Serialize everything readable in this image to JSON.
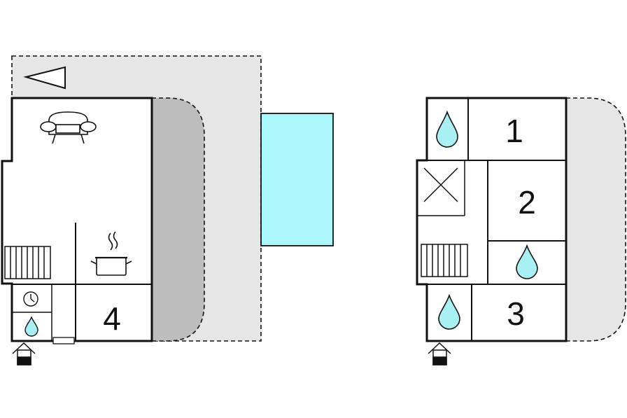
{
  "colors": {
    "wall": "#111111",
    "terrace": "#e6e6e6",
    "covered_terrace": "#bdbdbd",
    "pool": "#aaf8fc",
    "water_drop": "#a8f0f4",
    "background": "#ffffff"
  },
  "rooms": [
    {
      "number": "1",
      "floor": "upper",
      "type": "bedroom"
    },
    {
      "number": "2",
      "floor": "upper",
      "type": "bedroom"
    },
    {
      "number": "3",
      "floor": "upper",
      "type": "bedroom"
    },
    {
      "number": "4",
      "floor": "ground",
      "type": "bedroom"
    }
  ],
  "icons": [
    "north-arrow-icon",
    "sofa-icon",
    "stairs-icon",
    "cooking-pot-icon",
    "clock-icon",
    "water-drop-icon",
    "entrance-icon",
    "void-icon"
  ]
}
